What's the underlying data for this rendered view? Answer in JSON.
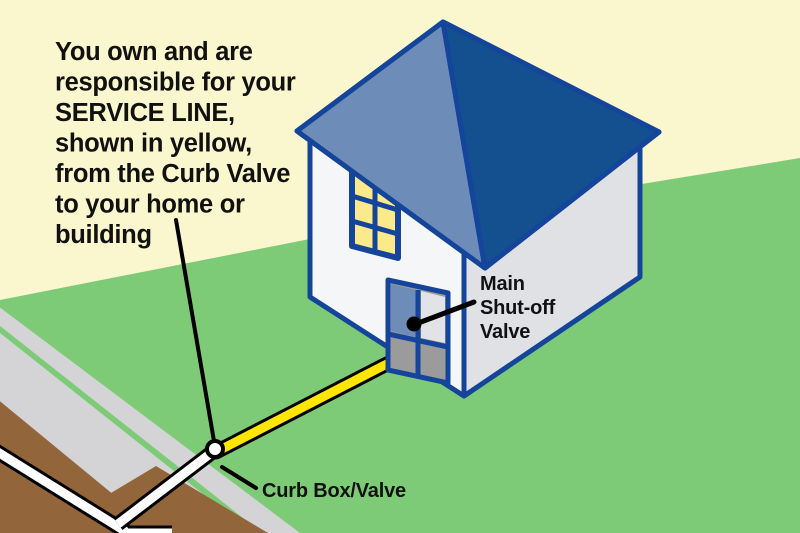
{
  "diagram": {
    "title_text_lines": [
      "You own and are",
      "responsible for your",
      "SERVICE LINE,",
      "shown in yellow,",
      "from the Curb Valve",
      "to your home or",
      "building"
    ],
    "labels": {
      "main_shutoff": [
        "Main",
        "Shut-off",
        "Valve"
      ],
      "curb_box": "Curb Box/Valve"
    },
    "colors": {
      "background_sky": "#faf7ce",
      "grass": "#7ecb77",
      "sidewalk": "#d4d4d6",
      "soil": "#93653a",
      "roof_main": "#14508f",
      "roof_gable": "#6d8db8",
      "wall_front": "#f5f6f8",
      "wall_side": "#dfe1e5",
      "wall_outline": "#14459a",
      "window_pane": "#fbe98a",
      "door_panel_blue": "#6d8db8",
      "door_panel_gray": "#9b9b9b",
      "service_line_yellow": "#ffe600",
      "water_main_white": "#ffffff",
      "outline_black": "#000000",
      "text": "#111111"
    },
    "elements": {
      "service_line_name": "service-line",
      "water_main_name": "water-main",
      "curb_valve_name": "curb-valve-node",
      "shutoff_valve_name": "main-shutoff-valve-node",
      "house_name": "house-illustration"
    }
  }
}
